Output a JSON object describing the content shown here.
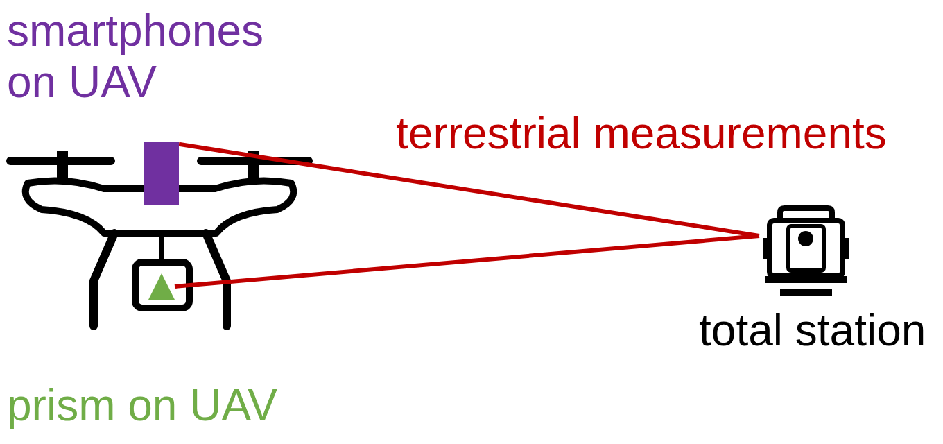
{
  "diagram": {
    "nodes": [
      {
        "text": [
          "smartphones on UAV"
        ]
      },
      {
        "text": [
          "prism on UAV"
        ]
      },
      {
        "text": [
          "total station"
        ]
      }
    ],
    "edges": [
      {
        "from": 0,
        "to": 2,
        "arrow": "none"
      },
      {
        "from": 1,
        "to": 2,
        "arrow": "none"
      }
    ],
    "labels": [
      "terrestrial measurements"
    ]
  }
}
